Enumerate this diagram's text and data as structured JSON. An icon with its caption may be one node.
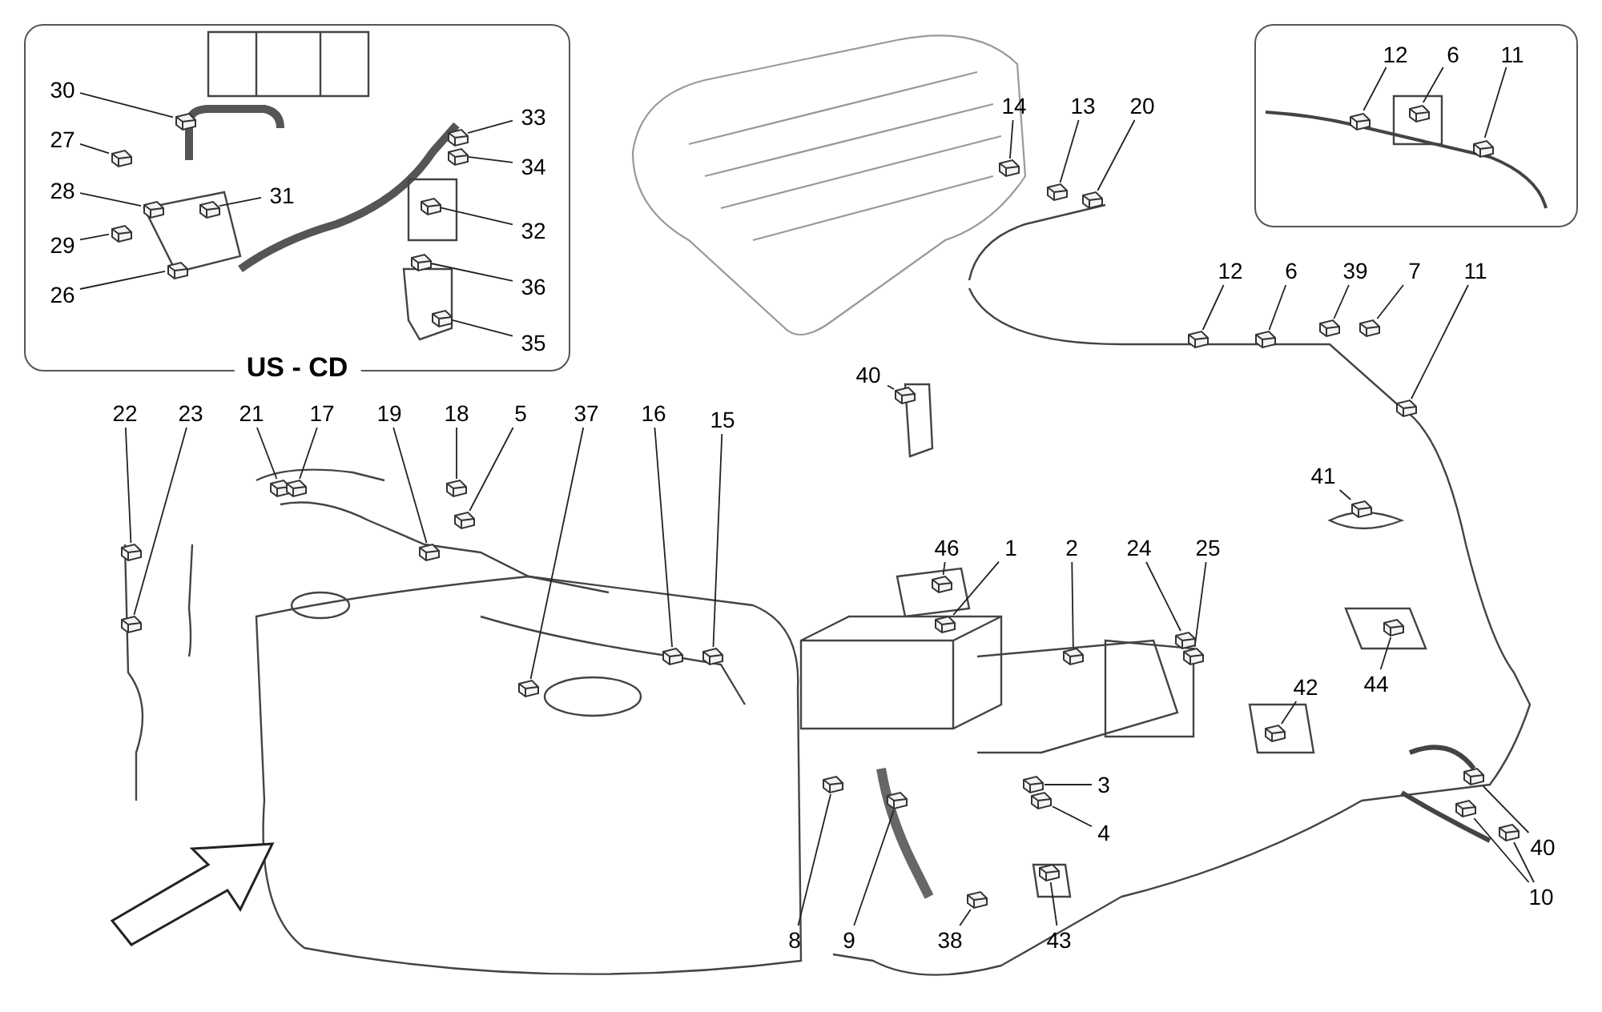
{
  "diagram": {
    "nodes": [
      {
        "text": [
          "US - CD"
        ]
      },
      {
        "text": [
          "30"
        ],
        "in": 0
      },
      {
        "text": [
          "27"
        ],
        "in": 0
      },
      {
        "text": [
          "28"
        ],
        "in": 0
      },
      {
        "text": [
          "29"
        ],
        "in": 0
      },
      {
        "text": [
          "26"
        ],
        "in": 0
      },
      {
        "text": [
          "31"
        ],
        "in": 0
      },
      {
        "text": [
          "33"
        ],
        "in": 0
      },
      {
        "text": [
          "34"
        ],
        "in": 0
      },
      {
        "text": [
          "32"
        ],
        "in": 0
      },
      {
        "text": [
          "36"
        ],
        "in": 0
      },
      {
        "text": [
          "35"
        ],
        "in": 0
      },
      {
        "text": [],
        "shape": "box"
      },
      {
        "text": [
          "12"
        ],
        "in": 12
      },
      {
        "text": [
          "6"
        ],
        "in": 12
      },
      {
        "text": [
          "11"
        ],
        "in": 12
      },
      {
        "text": [
          "14"
        ]
      },
      {
        "text": [
          "13"
        ]
      },
      {
        "text": [
          "20"
        ]
      },
      {
        "text": [
          "12"
        ]
      },
      {
        "text": [
          "6"
        ]
      },
      {
        "text": [
          "39"
        ]
      },
      {
        "text": [
          "7"
        ]
      },
      {
        "text": [
          "11"
        ]
      },
      {
        "text": [
          "40"
        ]
      },
      {
        "text": [
          "41"
        ]
      },
      {
        "text": [
          "22"
        ]
      },
      {
        "text": [
          "23"
        ]
      },
      {
        "text": [
          "21"
        ]
      },
      {
        "text": [
          "17"
        ]
      },
      {
        "text": [
          "19"
        ]
      },
      {
        "text": [
          "18"
        ]
      },
      {
        "text": [
          "5"
        ]
      },
      {
        "text": [
          "37"
        ]
      },
      {
        "text": [
          "16"
        ]
      },
      {
        "text": [
          "15"
        ]
      },
      {
        "text": [
          "46"
        ]
      },
      {
        "text": [
          "1"
        ]
      },
      {
        "text": [
          "2"
        ]
      },
      {
        "text": [
          "24"
        ]
      },
      {
        "text": [
          "25"
        ]
      },
      {
        "text": [
          "44"
        ]
      },
      {
        "text": [
          "42"
        ]
      },
      {
        "text": [
          "3"
        ]
      },
      {
        "text": [
          "4"
        ]
      },
      {
        "text": [
          "40"
        ]
      },
      {
        "text": [
          "10"
        ]
      },
      {
        "text": [
          "8"
        ]
      },
      {
        "text": [
          "9"
        ]
      },
      {
        "text": [
          "38"
        ]
      },
      {
        "text": [
          "43"
        ]
      },
      {
        "text": [],
        "shape": "picture",
        "in": 0
      },
      {
        "text": [],
        "shape": "picture",
        "in": 0
      },
      {
        "text": [],
        "shape": "picture",
        "in": 0
      },
      {
        "text": [],
        "shape": "picture",
        "in": 0
      },
      {
        "text": [],
        "shape": "picture",
        "in": 0
      },
      {
        "text": [],
        "shape": "picture",
        "in": 0
      },
      {
        "text": [],
        "shape": "picture",
        "in": 0
      },
      {
        "text": [],
        "shape": "picture",
        "in": 0
      },
      {
        "text": [],
        "shape": "picture",
        "in": 0
      },
      {
        "text": [],
        "shape": "picture",
        "in": 0
      },
      {
        "text": [],
        "shape": "picture",
        "in": 0
      },
      {
        "text": [],
        "shape": "picture",
        "in": 12
      },
      {
        "text": [],
        "shape": "picture",
        "in": 12
      },
      {
        "text": [],
        "shape": "picture",
        "in": 12
      },
      {
        "text": [],
        "shape": "picture"
      },
      {
        "text": [],
        "shape": "picture"
      },
      {
        "text": [],
        "shape": "picture"
      },
      {
        "text": [],
        "shape": "picture"
      },
      {
        "text": [],
        "shape": "picture"
      },
      {
        "text": [],
        "shape": "picture"
      },
      {
        "text": [],
        "shape": "picture"
      },
      {
        "text": [],
        "shape": "picture"
      },
      {
        "text": [],
        "shape": "picture"
      },
      {
        "text": [],
        "shape": "picture"
      },
      {
        "text": [],
        "shape": "picture"
      },
      {
        "text": [],
        "shape": "picture"
      },
      {
        "text": [],
        "shape": "picture"
      },
      {
        "text": [],
        "shape": "picture"
      },
      {
        "text": [],
        "shape": "picture"
      },
      {
        "text": [],
        "shape": "picture"
      },
      {
        "text": [],
        "shape": "picture"
      },
      {
        "text": [],
        "shape": "picture"
      },
      {
        "text": [],
        "shape": "picture"
      },
      {
        "text": [],
        "shape": "picture"
      },
      {
        "text": [],
        "shape": "picture"
      },
      {
        "text": [],
        "shape": "picture"
      },
      {
        "text": [],
        "shape": "picture"
      },
      {
        "text": [],
        "shape": "picture"
      },
      {
        "text": [],
        "shape": "picture"
      },
      {
        "text": [],
        "shape": "picture"
      },
      {
        "text": [],
        "shape": "picture"
      },
      {
        "text": [],
        "shape": "picture"
      },
      {
        "text": [],
        "shape": "picture"
      },
      {
        "text": [],
        "shape": "picture"
      },
      {
        "text": [],
        "shape": "picture"
      },
      {
        "text": [],
        "shape": "picture"
      },
      {
        "text": [],
        "shape": "picture"
      },
      {
        "text": [],
        "shape": "picture"
      },
      {
        "text": [],
        "shape": "picture"
      },
      {
        "text": [],
        "shape": "picture"
      }
    ],
    "edges": [
      {
        "from": 1,
        "to": 51,
        "arrow": "none"
      },
      {
        "from": 2,
        "to": 52,
        "arrow": "none"
      },
      {
        "from": 3,
        "to": 53,
        "arrow": "none"
      },
      {
        "from": 4,
        "to": 54,
        "arrow": "none"
      },
      {
        "from": 5,
        "to": 55,
        "arrow": "none"
      },
      {
        "from": 6,
        "to": 56,
        "arrow": "none"
      },
      {
        "from": 7,
        "to": 57,
        "arrow": "none"
      },
      {
        "from": 8,
        "to": 58,
        "arrow": "none"
      },
      {
        "from": 9,
        "to": 59,
        "arrow": "none"
      },
      {
        "from": 10,
        "to": 60,
        "arrow": "none"
      },
      {
        "from": 11,
        "to": 61,
        "arrow": "none"
      },
      {
        "from": 13,
        "to": 62,
        "arrow": "none"
      },
      {
        "from": 14,
        "to": 63,
        "arrow": "none"
      },
      {
        "from": 15,
        "to": 64,
        "arrow": "none"
      },
      {
        "from": 16,
        "to": 65,
        "arrow": "none"
      },
      {
        "from": 17,
        "to": 66,
        "arrow": "none"
      },
      {
        "from": 18,
        "to": 67,
        "arrow": "none"
      },
      {
        "from": 19,
        "to": 68,
        "arrow": "none"
      },
      {
        "from": 20,
        "to": 69,
        "arrow": "none"
      },
      {
        "from": 21,
        "to": 70,
        "arrow": "none"
      },
      {
        "from": 22,
        "to": 71,
        "arrow": "none"
      },
      {
        "from": 23,
        "to": 72,
        "arrow": "none"
      },
      {
        "from": 24,
        "to": 73,
        "arrow": "none"
      },
      {
        "from": 25,
        "to": 74,
        "arrow": "none"
      },
      {
        "from": 26,
        "to": 75,
        "arrow": "none"
      },
      {
        "from": 27,
        "to": 76,
        "arrow": "none"
      },
      {
        "from": 28,
        "to": 77,
        "arrow": "none"
      },
      {
        "from": 29,
        "to": 78,
        "arrow": "none"
      },
      {
        "from": 30,
        "to": 79,
        "arrow": "none"
      },
      {
        "from": 31,
        "to": 80,
        "arrow": "none"
      },
      {
        "from": 32,
        "to": 81,
        "arrow": "none"
      },
      {
        "from": 33,
        "to": 82,
        "arrow": "none"
      },
      {
        "from": 34,
        "to": 83,
        "arrow": "none"
      },
      {
        "from": 35,
        "to": 84,
        "arrow": "none"
      },
      {
        "from": 36,
        "to": 85,
        "arrow": "none"
      },
      {
        "from": 37,
        "to": 86,
        "arrow": "none"
      },
      {
        "from": 38,
        "to": 87,
        "arrow": "none"
      },
      {
        "from": 39,
        "to": 88,
        "arrow": "none"
      },
      {
        "from": 40,
        "to": 89,
        "arrow": "none"
      },
      {
        "from": 41,
        "to": 90,
        "arrow": "none"
      },
      {
        "from": 42,
        "to": 91,
        "arrow": "none"
      },
      {
        "from": 43,
        "to": 92,
        "arrow": "none"
      },
      {
        "from": 44,
        "to": 93,
        "arrow": "none"
      },
      {
        "from": 45,
        "to": 94,
        "arrow": "none"
      },
      {
        "from": 46,
        "to": 95,
        "arrow": "none"
      },
      {
        "from": 46,
        "to": 96,
        "arrow": "none"
      },
      {
        "from": 47,
        "to": 97,
        "arrow": "none"
      },
      {
        "from": 48,
        "to": 98,
        "arrow": "none"
      },
      {
        "from": 49,
        "to": 99,
        "arrow": "none"
      },
      {
        "from": 50,
        "to": 100,
        "arrow": "none"
      }
    ]
  }
}
